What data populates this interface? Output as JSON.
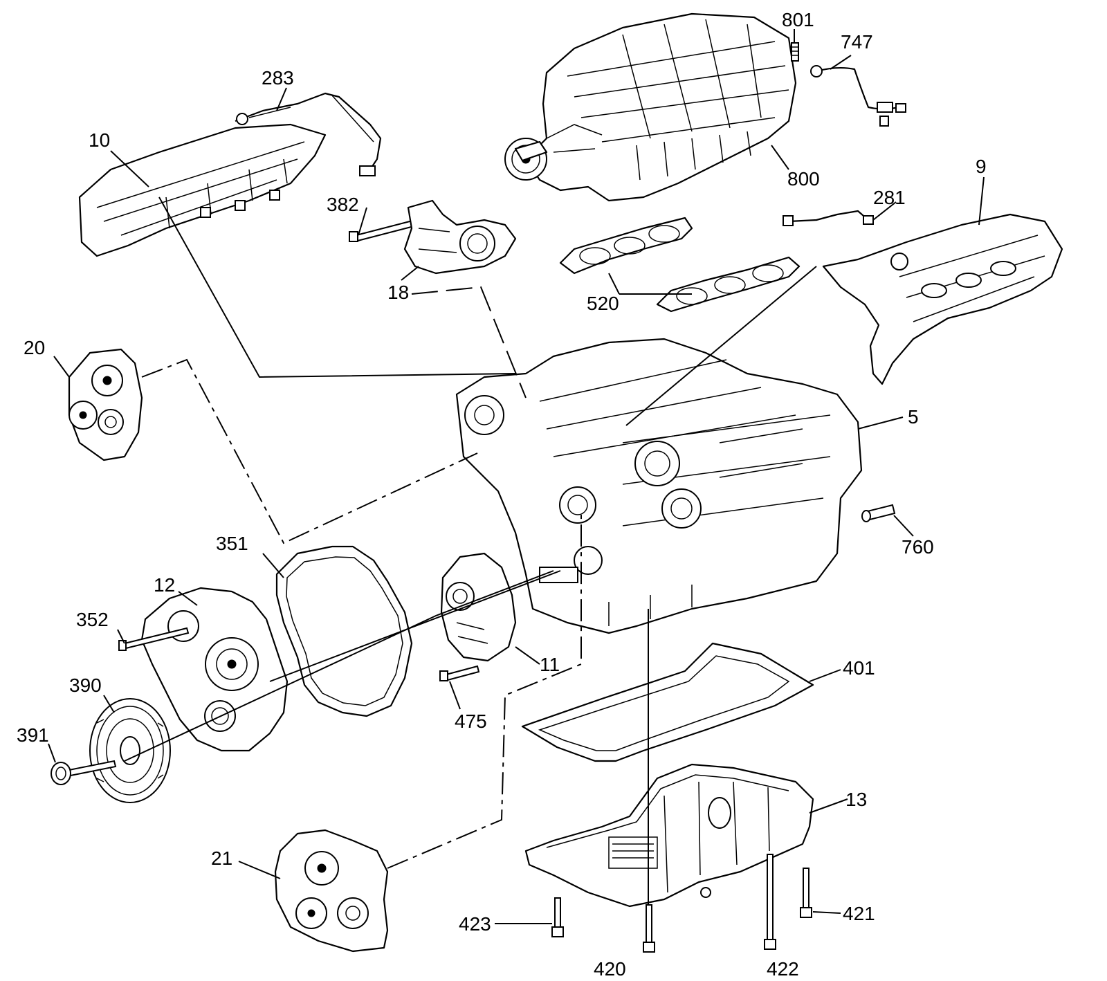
{
  "colors": {
    "line": "#000000",
    "background": "#ffffff"
  },
  "callouts": [
    {
      "id": "801",
      "text": "801"
    },
    {
      "id": "747",
      "text": "747"
    },
    {
      "id": "283",
      "text": "283"
    },
    {
      "id": "10",
      "text": "10"
    },
    {
      "id": "800",
      "text": "800"
    },
    {
      "id": "9",
      "text": "9"
    },
    {
      "id": "382",
      "text": "382"
    },
    {
      "id": "281",
      "text": "281"
    },
    {
      "id": "18",
      "text": "18"
    },
    {
      "id": "520",
      "text": "520"
    },
    {
      "id": "20",
      "text": "20"
    },
    {
      "id": "5",
      "text": "5"
    },
    {
      "id": "760",
      "text": "760"
    },
    {
      "id": "351",
      "text": "351"
    },
    {
      "id": "12",
      "text": "12"
    },
    {
      "id": "352",
      "text": "352"
    },
    {
      "id": "11",
      "text": "11"
    },
    {
      "id": "401",
      "text": "401"
    },
    {
      "id": "390",
      "text": "390"
    },
    {
      "id": "475",
      "text": "475"
    },
    {
      "id": "391",
      "text": "391"
    },
    {
      "id": "13",
      "text": "13"
    },
    {
      "id": "21",
      "text": "21"
    },
    {
      "id": "423",
      "text": "423"
    },
    {
      "id": "421",
      "text": "421"
    },
    {
      "id": "420",
      "text": "420"
    },
    {
      "id": "422",
      "text": "422"
    }
  ]
}
